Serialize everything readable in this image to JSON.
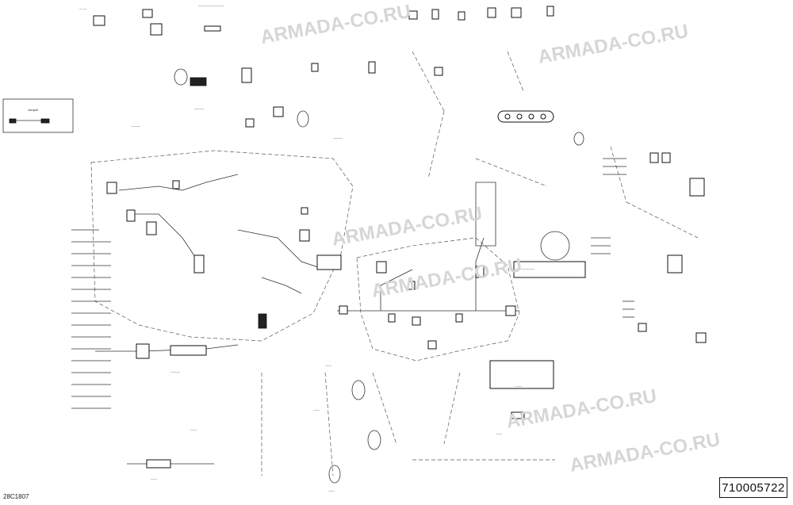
{
  "diagram": {
    "watermark": "ARMADA-CO.RU",
    "drawing_code": "28C1807",
    "part_number": "710005722",
    "inset_label": "Jumper"
  }
}
